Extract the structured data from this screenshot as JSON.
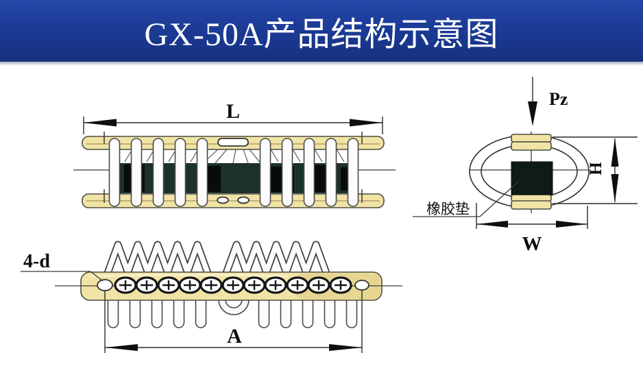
{
  "title": "GX-50A产品结构示意图",
  "banner": {
    "bg": "#1b3a96",
    "text_color": "#ffffff"
  },
  "labels": {
    "length": "L",
    "load": "Pz",
    "height": "H",
    "width": "W",
    "span": "A",
    "holes": "4-d",
    "rubber_pad": "橡胶垫"
  },
  "colors": {
    "metal_plate": "#f0e3a5",
    "rubber_block": "#1d312c",
    "wire_rope": "#fcfcfc",
    "drawing_line": "#2b2b2b"
  }
}
